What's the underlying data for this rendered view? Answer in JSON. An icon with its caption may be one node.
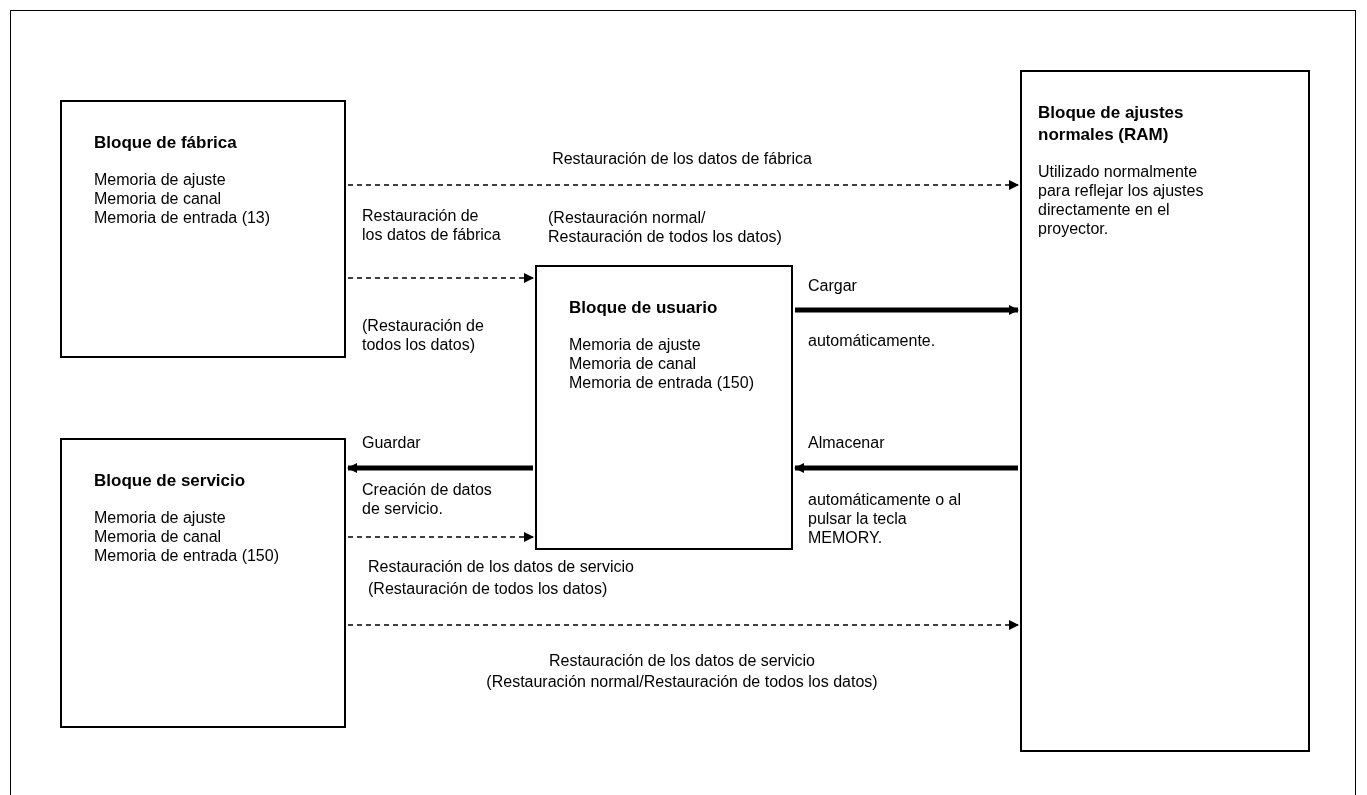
{
  "diagram": {
    "nodes": [
      {
        "text": [
          "Bloque de fábrica",
          "Memoria de ajuste",
          "Memoria de canal",
          "Memoria de entrada (13)"
        ]
      },
      {
        "text": [
          "Bloque de ajustes normales (RAM)",
          "Utilizado normalmente para reflejar los ajustes directamente en el proyector."
        ]
      },
      {
        "text": [
          "Bloque de usuario",
          "Memoria de ajuste",
          "Memoria de canal",
          "Memoria de entrada (150)"
        ]
      },
      {
        "text": [
          "Bloque de servicio",
          "Memoria de ajuste",
          "Memoria de canal",
          "Memoria de entrada (150)"
        ]
      }
    ],
    "edges": [
      {
        "from": 0,
        "to": 1,
        "arrow": "to",
        "style": "dashed",
        "label": "Restauración de los datos de fábrica"
      },
      {
        "from": 0,
        "to": 2,
        "arrow": "to",
        "style": "dashed",
        "label": "Restauración de los datos de fábrica"
      },
      {
        "from": 2,
        "to": 1,
        "arrow": "to",
        "style": "thick",
        "label": "Cargar"
      },
      {
        "from": 1,
        "to": 2,
        "arrow": "to",
        "style": "thick",
        "label": "Almacenar"
      },
      {
        "from": 2,
        "to": 3,
        "arrow": "to",
        "style": "thick",
        "label": "Guardar"
      },
      {
        "from": 3,
        "to": 2,
        "arrow": "to",
        "style": "dashed",
        "label": "Restauración de los datos de servicio"
      },
      {
        "from": 3,
        "to": 1,
        "arrow": "to",
        "style": "dashed",
        "label": "Restauración de los datos de servicio"
      }
    ],
    "labels": [
      "(Restauración normal/ Restauración de todos los datos)",
      "(Restauración de todos los datos)",
      "automáticamente.",
      "automáticamente o al pulsar la tecla MEMORY.",
      "Creación de datos de servicio.",
      "(Restauración de todos los datos)",
      "(Restauración normal/Restauración de todos los datos)"
    ]
  }
}
